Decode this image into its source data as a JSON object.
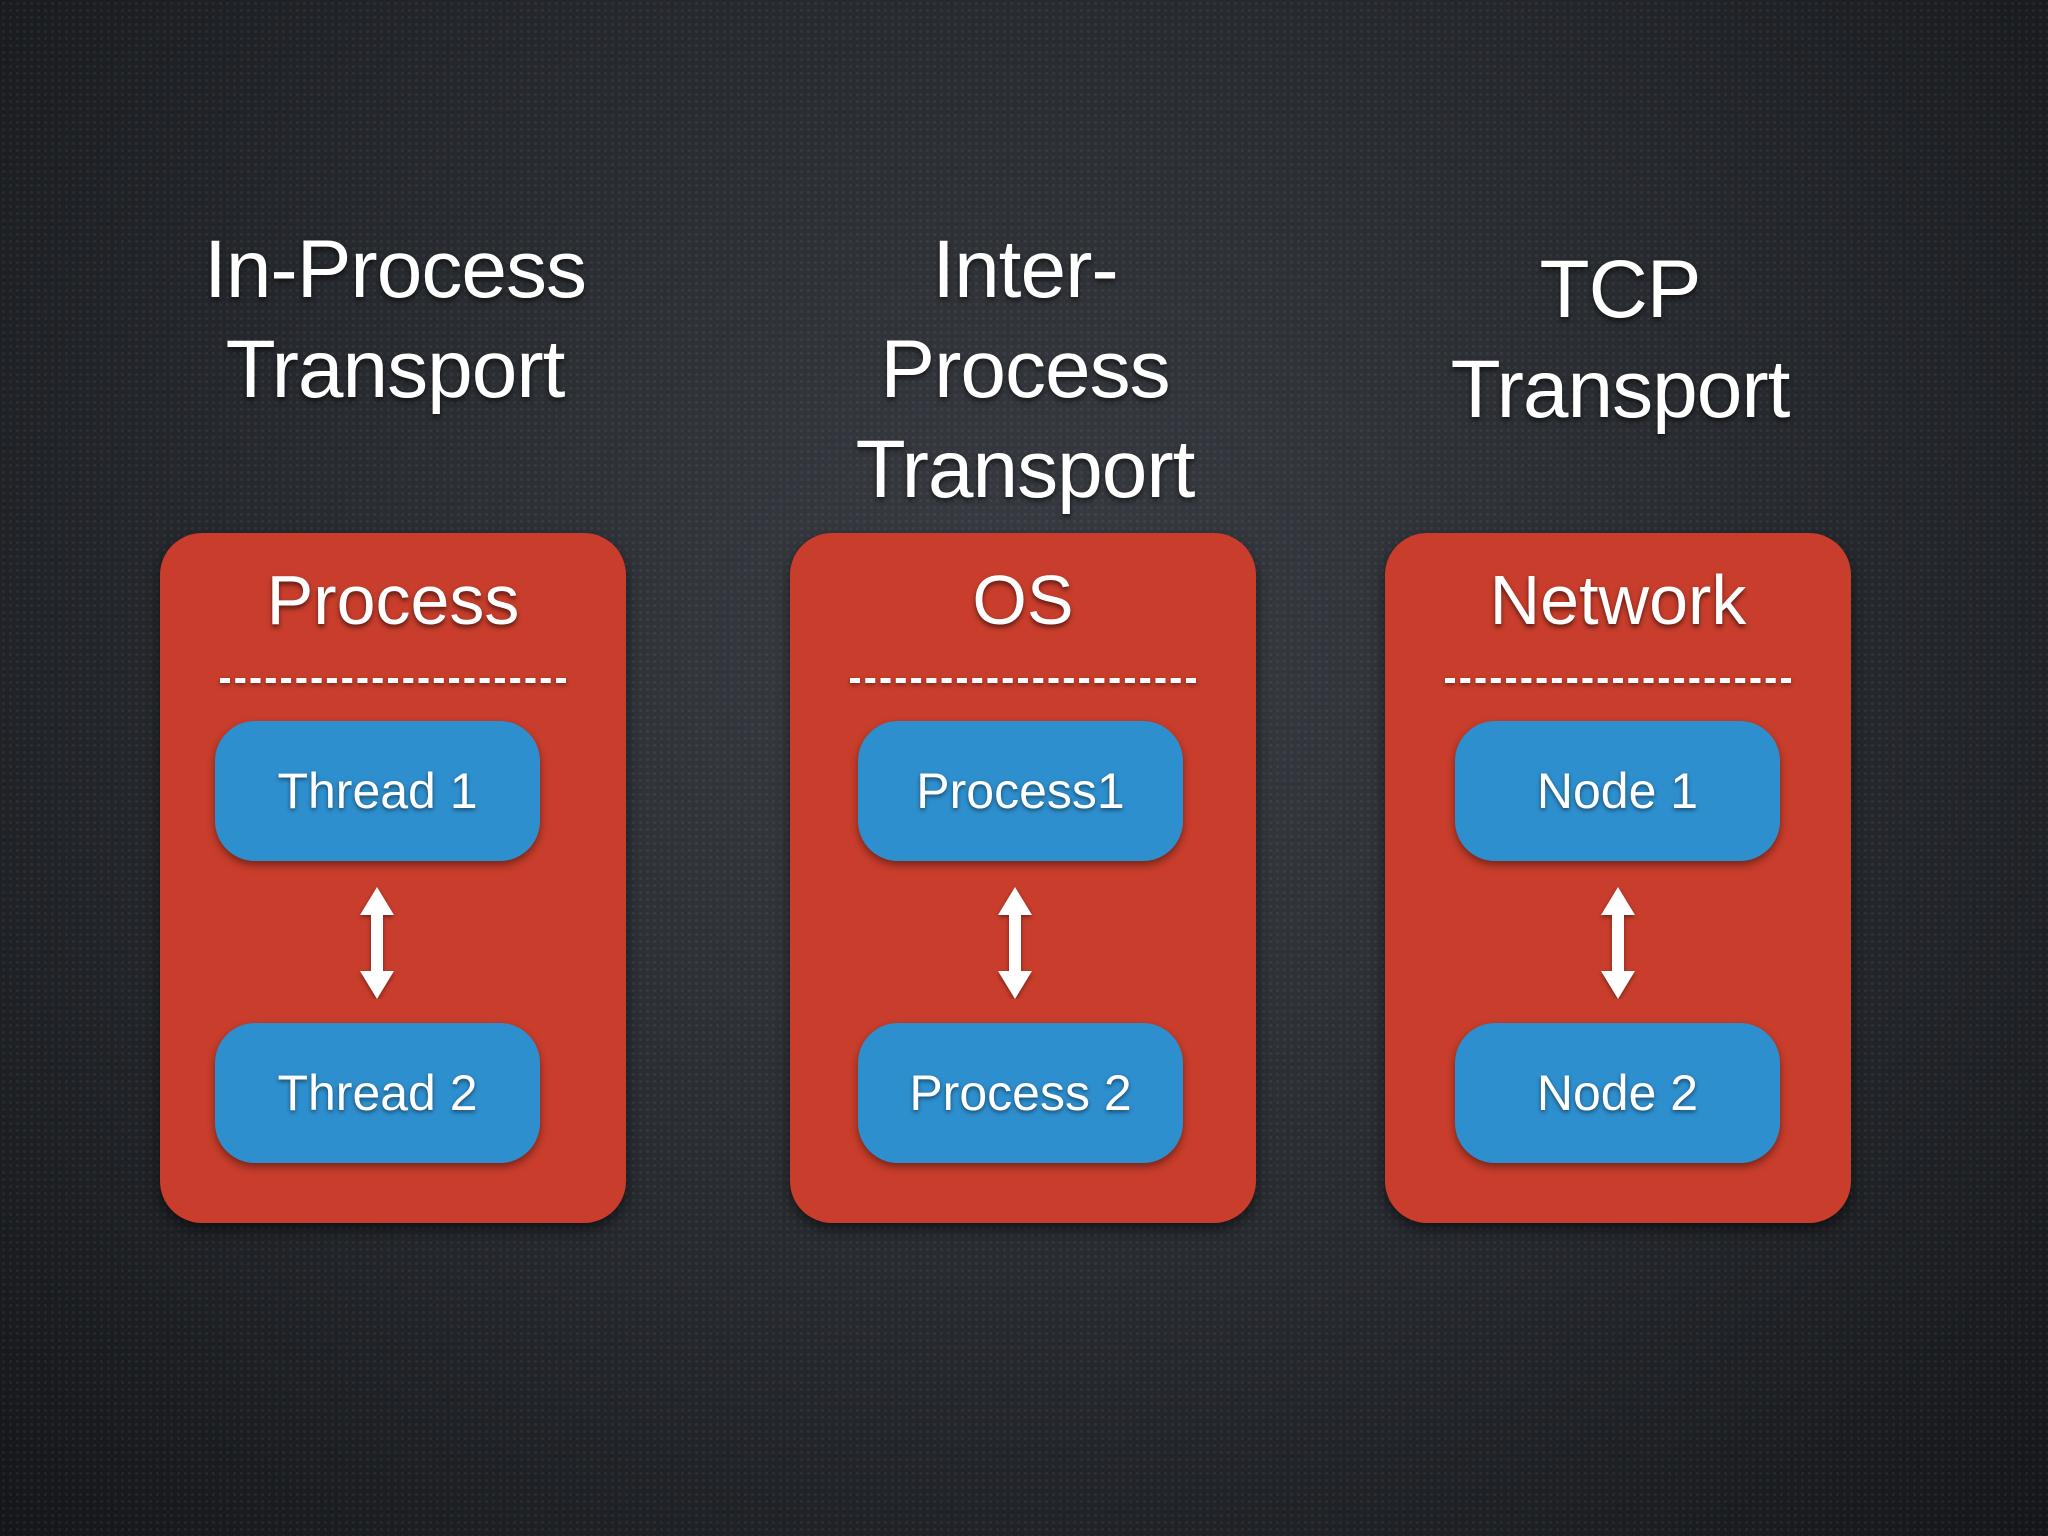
{
  "columns": [
    {
      "heading_line1": "In-Process",
      "heading_line2": "Transport",
      "panel_title": "Process",
      "node_top": "Thread 1",
      "node_bottom": "Thread 2"
    },
    {
      "heading_line1": "Inter-Process",
      "heading_line2": "Transport",
      "panel_title": "OS",
      "node_top": "Process1",
      "node_bottom": "Process 2"
    },
    {
      "heading_line1": "TCP",
      "heading_line2": "Transport",
      "panel_title": "Network",
      "node_top": "Node 1",
      "node_bottom": "Node 2"
    }
  ],
  "colors": {
    "panel": "#c83d2b",
    "node": "#2e8fce",
    "text": "#ffffff"
  },
  "icons": {
    "connector": "double-headed-vertical-arrow-icon"
  }
}
